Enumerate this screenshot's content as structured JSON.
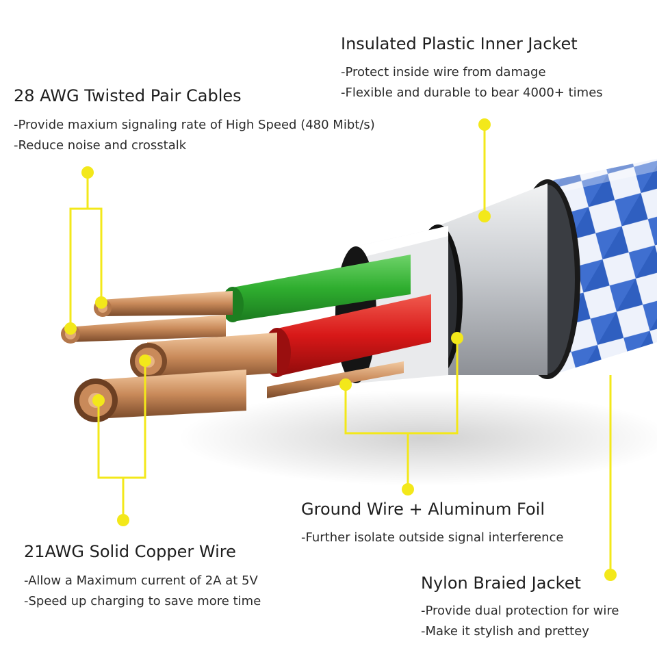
{
  "callouts": {
    "inner_jacket": {
      "title": "Insulated Plastic Inner Jacket",
      "lines": [
        "-Protect inside wire from damage",
        "-Flexible and durable to bear 4000+ times"
      ]
    },
    "twisted_pair": {
      "title": "28 AWG Twisted Pair Cables",
      "lines": [
        "-Provide maxium signaling rate of High Speed (480 Mibt/s)",
        "-Reduce noise and crosstalk"
      ]
    },
    "ground_foil": {
      "title": "Ground Wire + Aluminum Foil",
      "lines": [
        "-Further isolate outside signal interference"
      ]
    },
    "copper_wire": {
      "title": "21AWG Solid Copper Wire",
      "lines": [
        "-Allow a Maximum current of 2A at 5V",
        "-Speed up charging to save more time"
      ]
    },
    "braided_jacket": {
      "title": "Nylon Braied Jacket",
      "lines": [
        "-Provide dual protection for wire",
        "-Make it stylish and prettey"
      ]
    }
  },
  "colors": {
    "callout_yellow": "#f3e81a",
    "braid_blue": "#2f5fc0",
    "wire_green": "#2fae2f",
    "wire_red": "#d81818",
    "copper": "#c98a5a",
    "jacket_silver": "#cfd2d6"
  }
}
